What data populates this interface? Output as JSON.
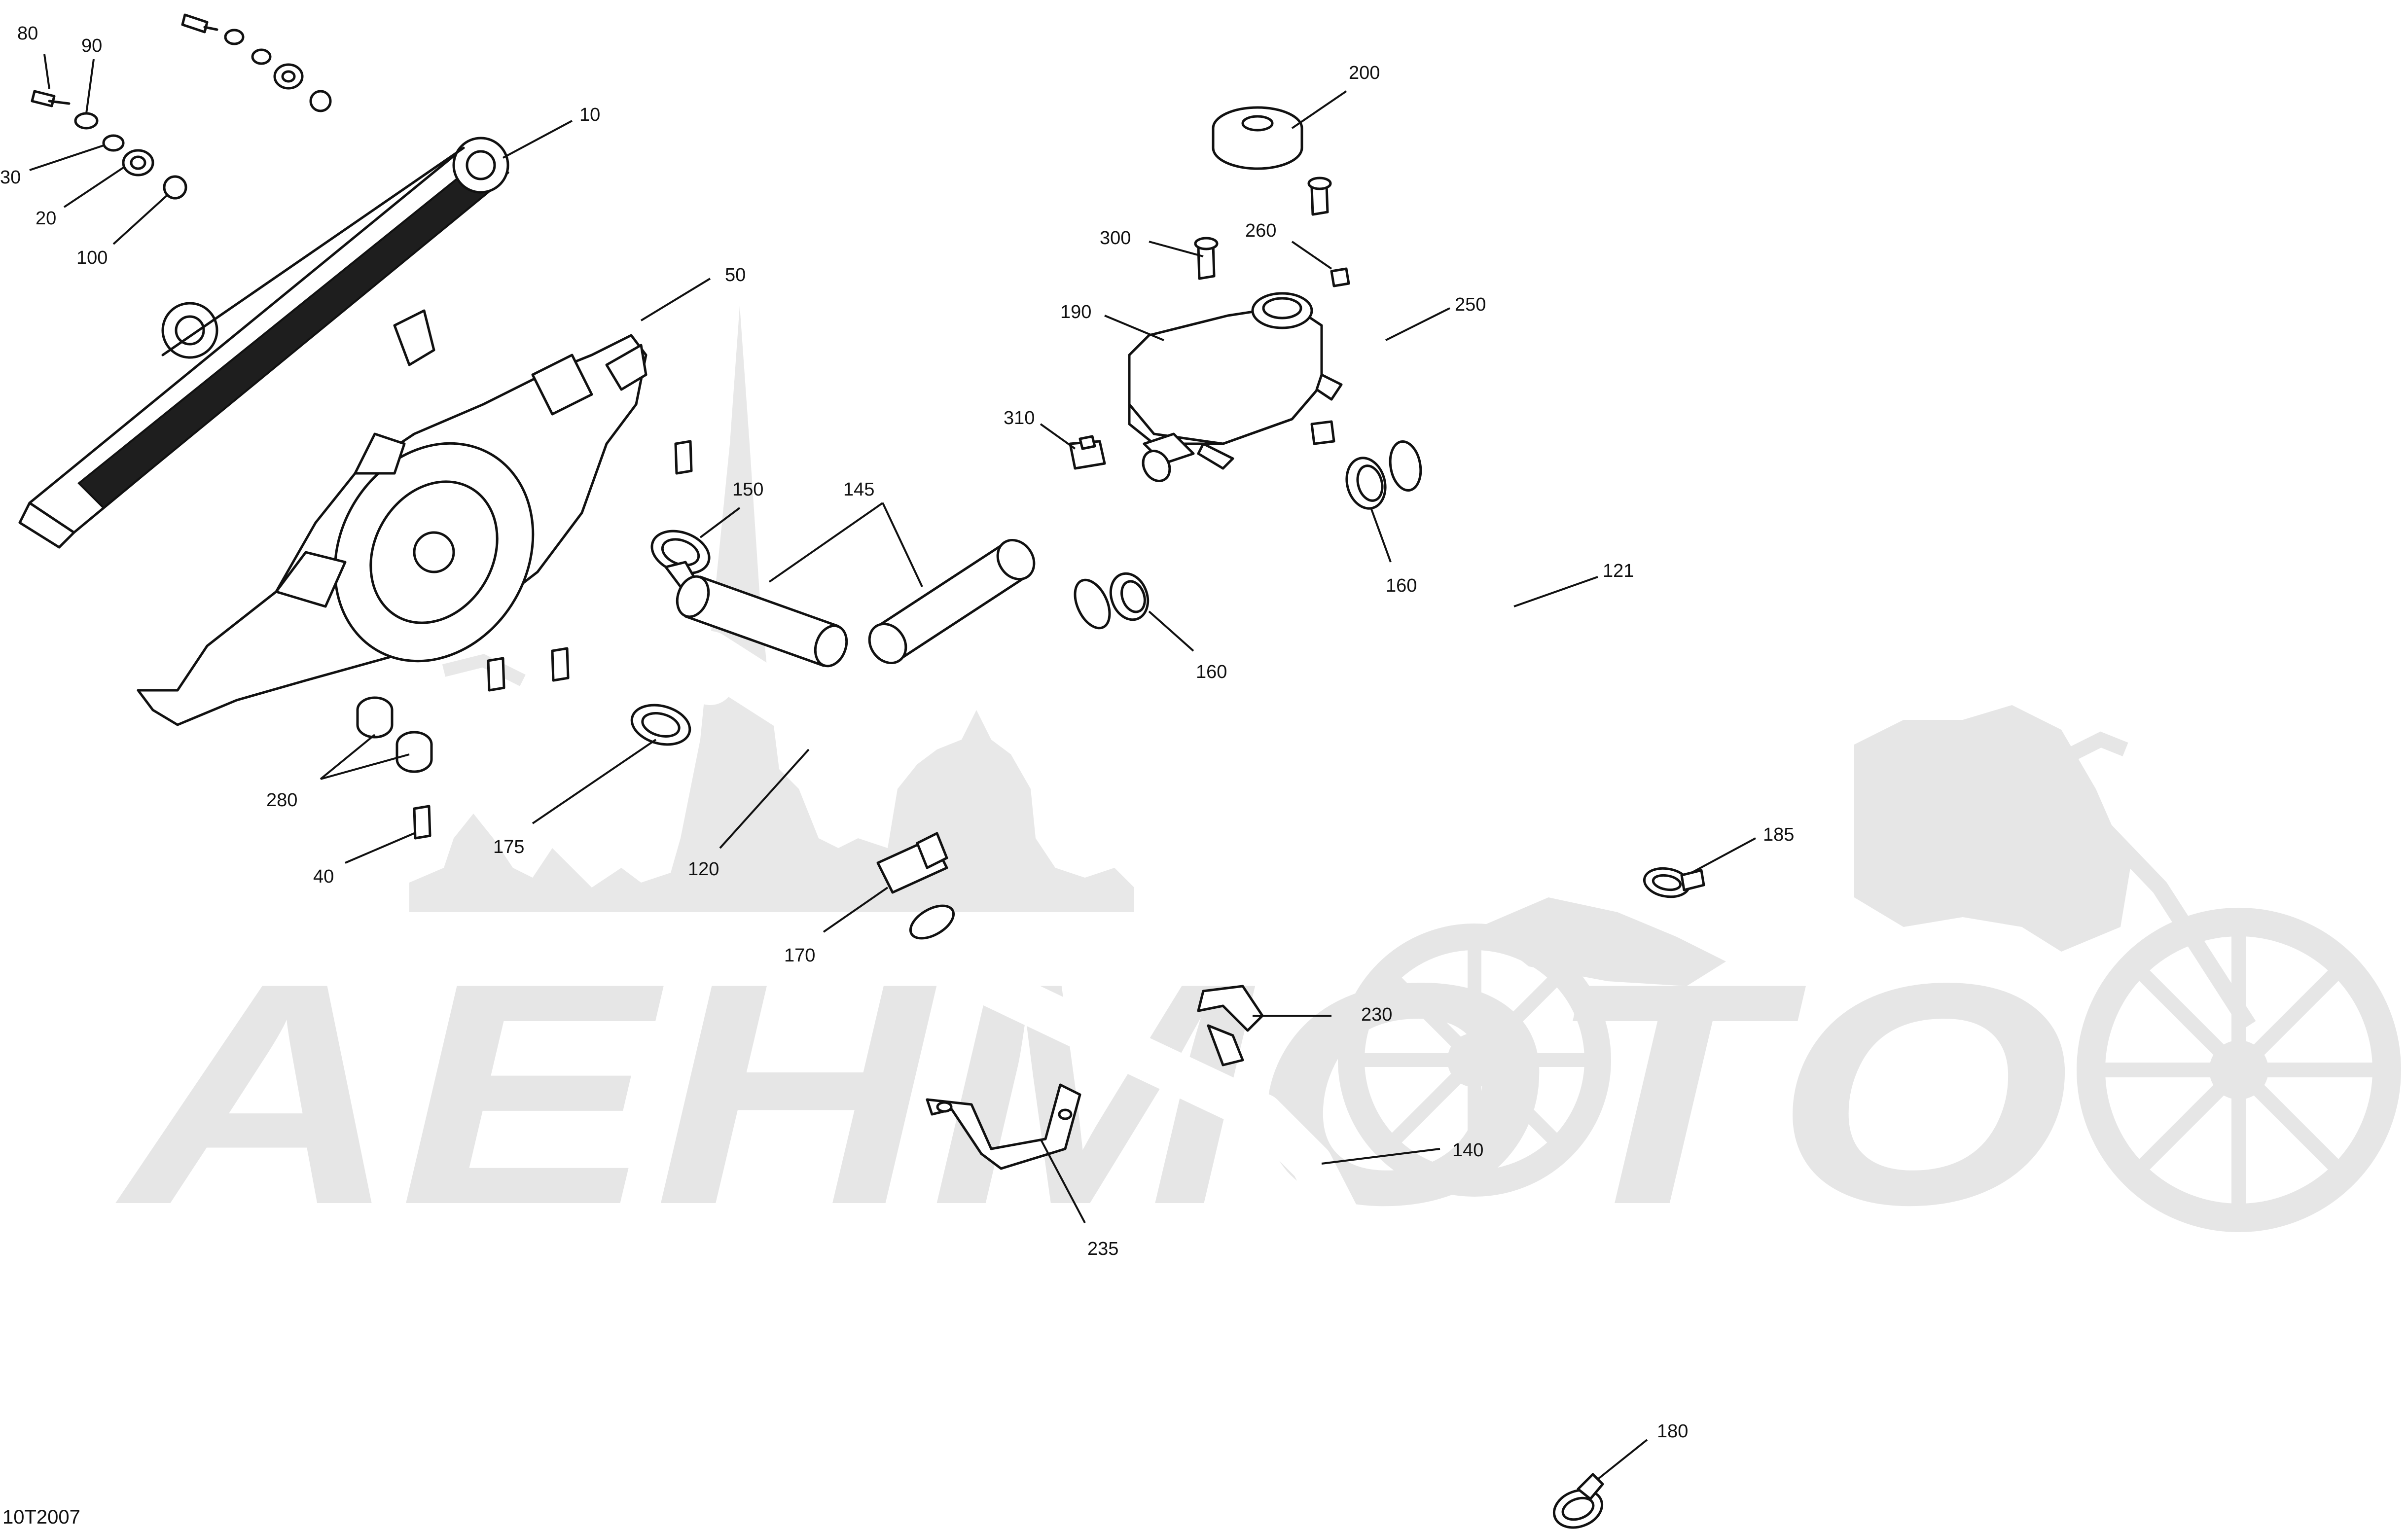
{
  "diagram_code": "10T2007",
  "watermark": {
    "text": "АЕНМОТО",
    "color": "#e6e6e6"
  },
  "parts": [
    {
      "ref": "10"
    },
    {
      "ref": "20"
    },
    {
      "ref": "30"
    },
    {
      "ref": "40"
    },
    {
      "ref": "50"
    },
    {
      "ref": "80"
    },
    {
      "ref": "90"
    },
    {
      "ref": "100"
    },
    {
      "ref": "120"
    },
    {
      "ref": "121"
    },
    {
      "ref": "140"
    },
    {
      "ref": "145"
    },
    {
      "ref": "150"
    },
    {
      "ref": "160"
    },
    {
      "ref": "170"
    },
    {
      "ref": "175"
    },
    {
      "ref": "180"
    },
    {
      "ref": "185"
    },
    {
      "ref": "190"
    },
    {
      "ref": "200"
    },
    {
      "ref": "230"
    },
    {
      "ref": "235"
    },
    {
      "ref": "250"
    },
    {
      "ref": "260"
    },
    {
      "ref": "280"
    },
    {
      "ref": "300"
    },
    {
      "ref": "310"
    }
  ],
  "labels": {
    "p10": "10",
    "p20": "20",
    "p30": "30",
    "p40": "40",
    "p50": "50",
    "p80": "80",
    "p90": "90",
    "p100": "100",
    "p120": "120",
    "p121": "121",
    "p140": "140",
    "p145": "145",
    "p150": "150",
    "p160a": "160",
    "p160b": "160",
    "p170": "170",
    "p175": "175",
    "p180": "180",
    "p185": "185",
    "p190": "190",
    "p200": "200",
    "p230": "230",
    "p235": "235",
    "p250": "250",
    "p260": "260",
    "p280": "280",
    "p300": "300",
    "p310": "310"
  }
}
